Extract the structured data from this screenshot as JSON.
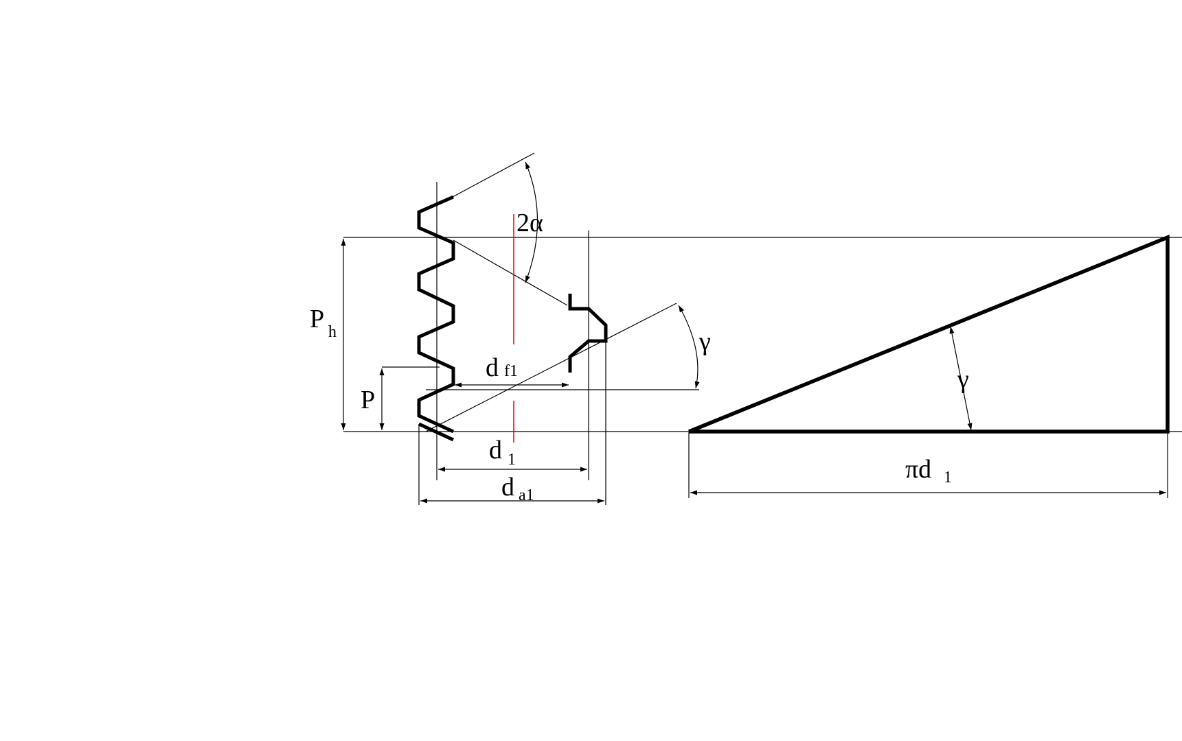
{
  "labels": {
    "two_alpha": "2α",
    "gamma_left": "γ",
    "gamma_right": "γ",
    "Ph_main": "P",
    "Ph_sub": "h",
    "P": "P",
    "df1_main": "d",
    "df1_sub": "f1",
    "d1_main": "d",
    "d1_sub": "1",
    "da1_main": "d",
    "da1_sub": "a1",
    "pi_d1_main": "πd",
    "pi_d1_sub": "1"
  },
  "colors": {
    "line": "#000000",
    "centerline": "#e00000",
    "background": "#ffffff"
  }
}
